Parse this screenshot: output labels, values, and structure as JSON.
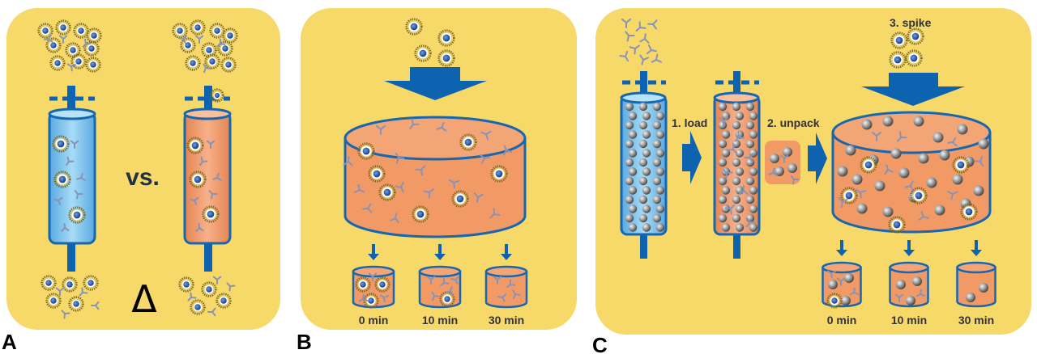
{
  "panels": [
    {
      "letter": "A"
    },
    {
      "letter": "B"
    },
    {
      "letter": "C"
    }
  ],
  "panel_a": {
    "vs_text": "vs.",
    "delta_symbol": "Δ"
  },
  "panel_b": {
    "time_labels": [
      "0 min",
      "10 min",
      "30 min"
    ]
  },
  "panel_c": {
    "step_load": "1. load",
    "step_unpack": "2. unpack",
    "step_spike": "3. spike",
    "time_labels": [
      "0 min",
      "10 min",
      "30 min"
    ]
  },
  "colors": {
    "panel_bg": "#f7d96a",
    "arrow_blue": "#0d63b0",
    "column_blue": "#7cc6f2",
    "column_orange": "#f29a66",
    "bead_gray": "#8a8a8a",
    "virus_blue": "#1c4fa0",
    "virus_spikes": "#7a6a2a",
    "antibody": "#8893b8"
  }
}
